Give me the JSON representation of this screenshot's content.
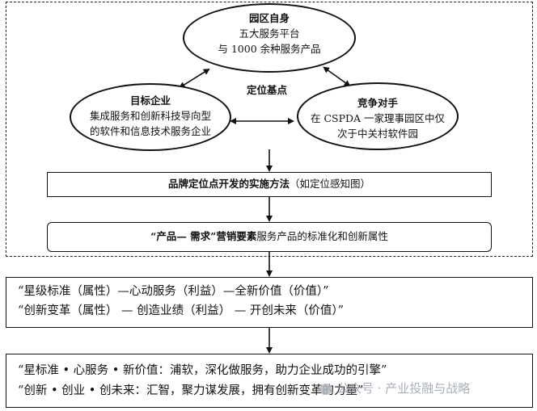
{
  "top_ellipse": {
    "title": "园区自身",
    "line1": "五大服务平台",
    "line2": "与 1000 余种服务产品"
  },
  "center_label": "定位基点",
  "left_ellipse": {
    "title": "目标企业",
    "line1": "集成服务和创新科技导向型",
    "line2": "的软件和信息技术服务企业"
  },
  "right_ellipse": {
    "title": "竞争对手",
    "line1": "在 CSPDA 一家理事园区中仅",
    "line2": "次于中关村软件园"
  },
  "method_box": {
    "bold": "品牌定位点开发的实施方法",
    "normal": "（如定位感知图）"
  },
  "marketing_box": {
    "bold": "“产品— 需求”营销要素",
    "normal": "服务产品的标准化和创新属性"
  },
  "value_box": {
    "line1": "“星级标准（属性）—心动服务（利益）—全新价值（价值）”",
    "line2": "“创新变革（属性） — 创造业绩（利益） — 开创未来（价值）”"
  },
  "slogan_box": {
    "line1": "“星标准 • 心服务 • 新价值：浦软，深化做服务，助力企业成功的引擎”",
    "line2": "“创新 • 创业 • 创未来：汇智，聚力谋发展，拥有创新变革的力量”"
  },
  "watermark": "公众号 · 产业投融与战略"
}
